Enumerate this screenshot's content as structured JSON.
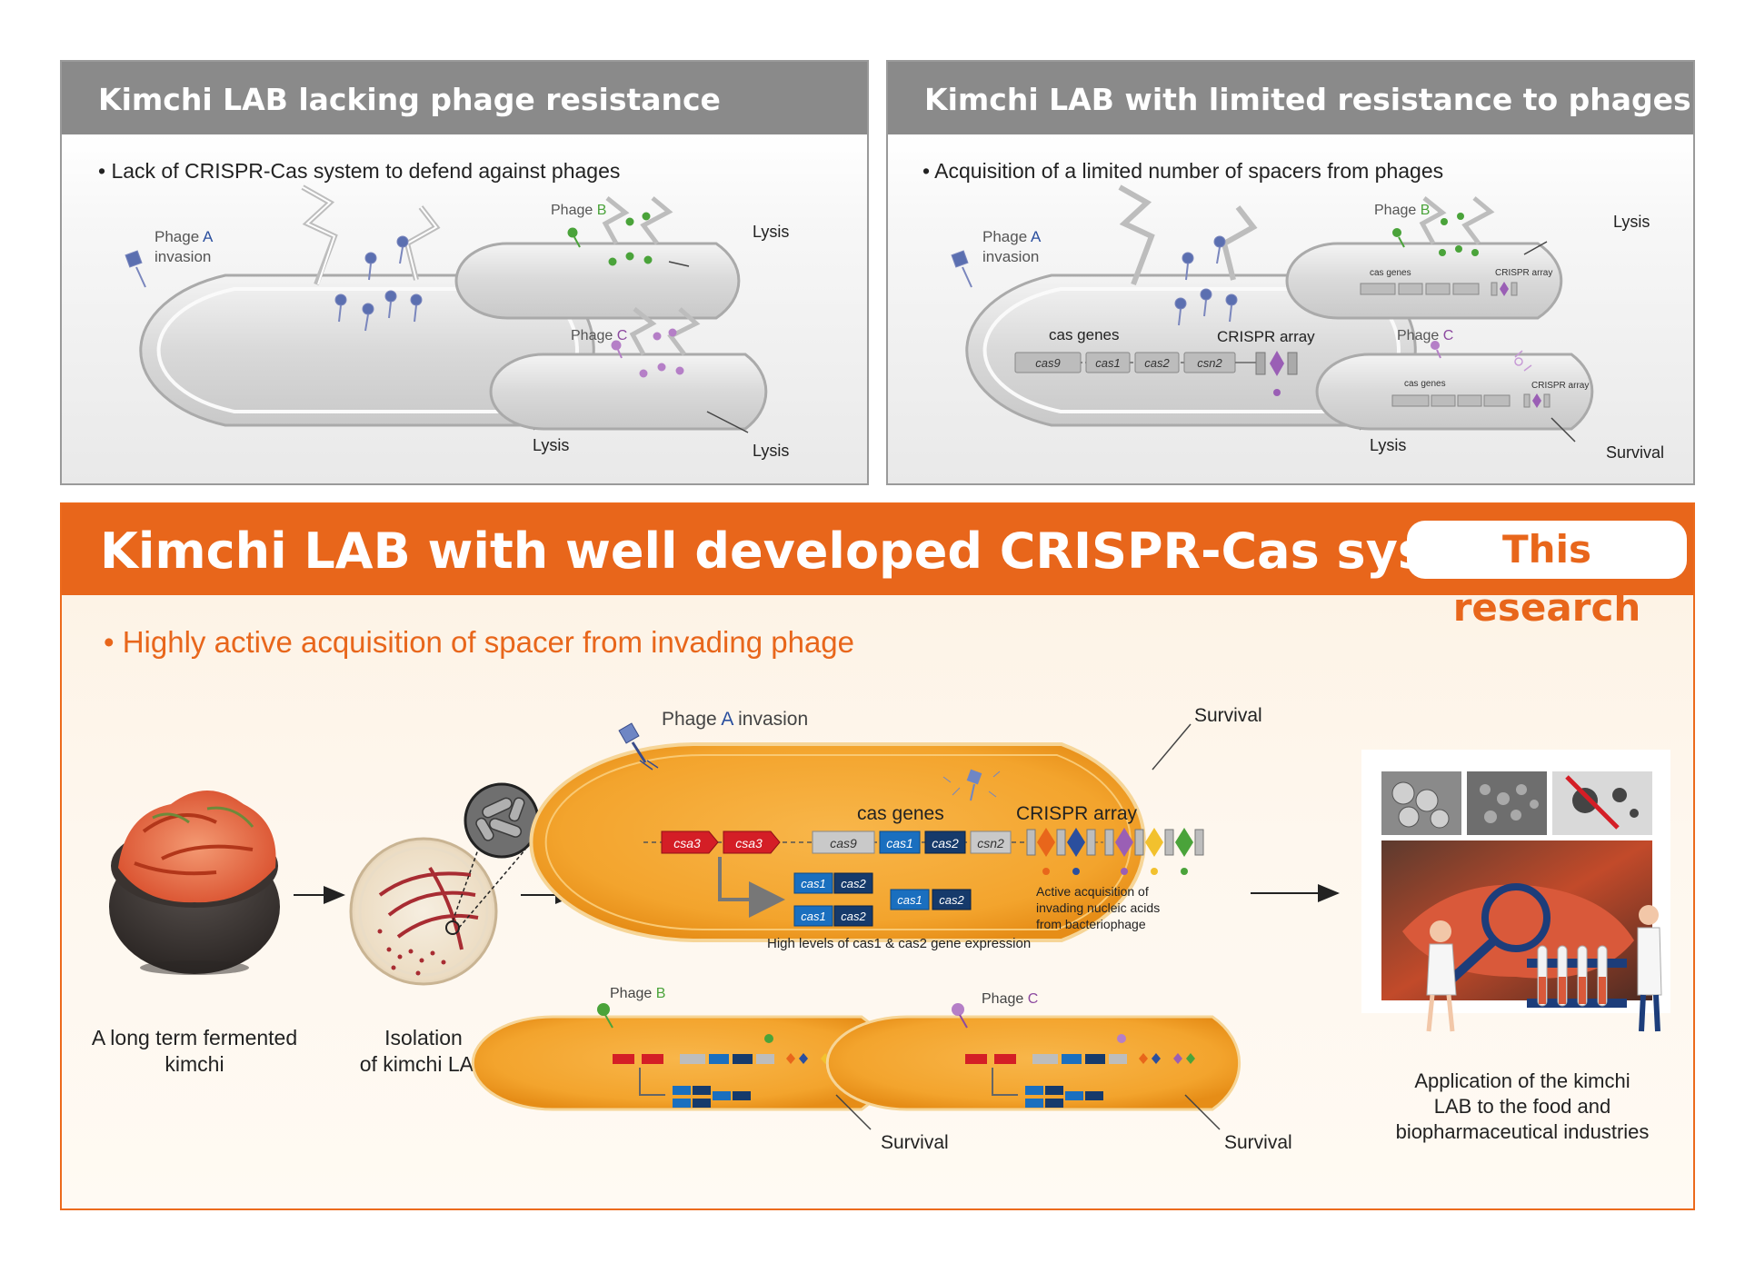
{
  "panels": {
    "left": {
      "title": "Kimchi LAB lacking phage resistance",
      "bullet": "• Lack of CRISPR-Cas system to defend against  phages",
      "phage_a_word": "Phage ",
      "phage_a_letter": "A",
      "invasion": "invasion",
      "phage_b_word": "Phage ",
      "phage_b_letter": "B",
      "phage_c_word": "Phage ",
      "phage_c_letter": "C",
      "lysis_main": "Lysis",
      "lysis_b": "Lysis",
      "lysis_c": "Lysis"
    },
    "right": {
      "title": "Kimchi LAB with limited resistance to phages",
      "bullet": "• Acquisition of a limited number of spacers from phages",
      "phage_a_word": "Phage ",
      "phage_a_letter": "A",
      "invasion": "invasion",
      "phage_b_word": "Phage ",
      "phage_b_letter": "B",
      "phage_c_word": "Phage ",
      "phage_c_letter": "C",
      "cas_genes": "cas genes",
      "crispr_array": "CRISPR array",
      "genes": [
        "cas9",
        "cas1",
        "cas2",
        "csn2"
      ],
      "small_cas_genes": "cas genes",
      "small_crispr_array": "CRISPR array",
      "lysis_main": "Lysis",
      "lysis_b": "Lysis",
      "survival_c": "Survival"
    },
    "bottom": {
      "title": "Kimchi LAB with well developed CRISPR-Cas system",
      "badge": "This research",
      "bullet": "• Highly active acquisition of spacer from invading phage",
      "kimchi_caption_1": "A long term fermented",
      "kimchi_caption_2": "kimchi",
      "isolation_caption_1": "Isolation",
      "isolation_caption_2": "of kimchi LAB",
      "phage_a_word": "Phage ",
      "phage_a_letter": "A",
      "phage_a_rest": " invasion",
      "survival_main": "Survival",
      "cas_genes": "cas genes",
      "crispr_array": "CRISPR array",
      "genes_red": [
        "csa3",
        "csa3"
      ],
      "genes_grey": [
        "cas9",
        "csn2"
      ],
      "genes_blue": [
        "cas1",
        "cas2"
      ],
      "expressed": [
        "cas1",
        "cas2"
      ],
      "active_1": "Active acquisition of",
      "active_2": "invading nucleic acids",
      "active_3": "from bacteriophage",
      "high_levels": "High levels of cas1 & cas2 gene expression",
      "phage_b_word": "Phage ",
      "phage_b_letter": "B",
      "phage_c_word": "Phage ",
      "phage_c_letter": "C",
      "survival_b": "Survival",
      "survival_c": "Survival",
      "application_1": "Application of the kimchi",
      "application_2": "LAB to the food and",
      "application_3": "biopharmaceutical industries"
    }
  },
  "colors": {
    "phage_a": "#2b4f9e",
    "phage_b": "#4aa33a",
    "phage_c": "#8d4aa0",
    "header_grey": "#8a8a8a",
    "orange": "#e8661b",
    "red_gene": "#d41e26",
    "blue_gene": "#1a6fbf",
    "navy_gene": "#163a6b"
  }
}
